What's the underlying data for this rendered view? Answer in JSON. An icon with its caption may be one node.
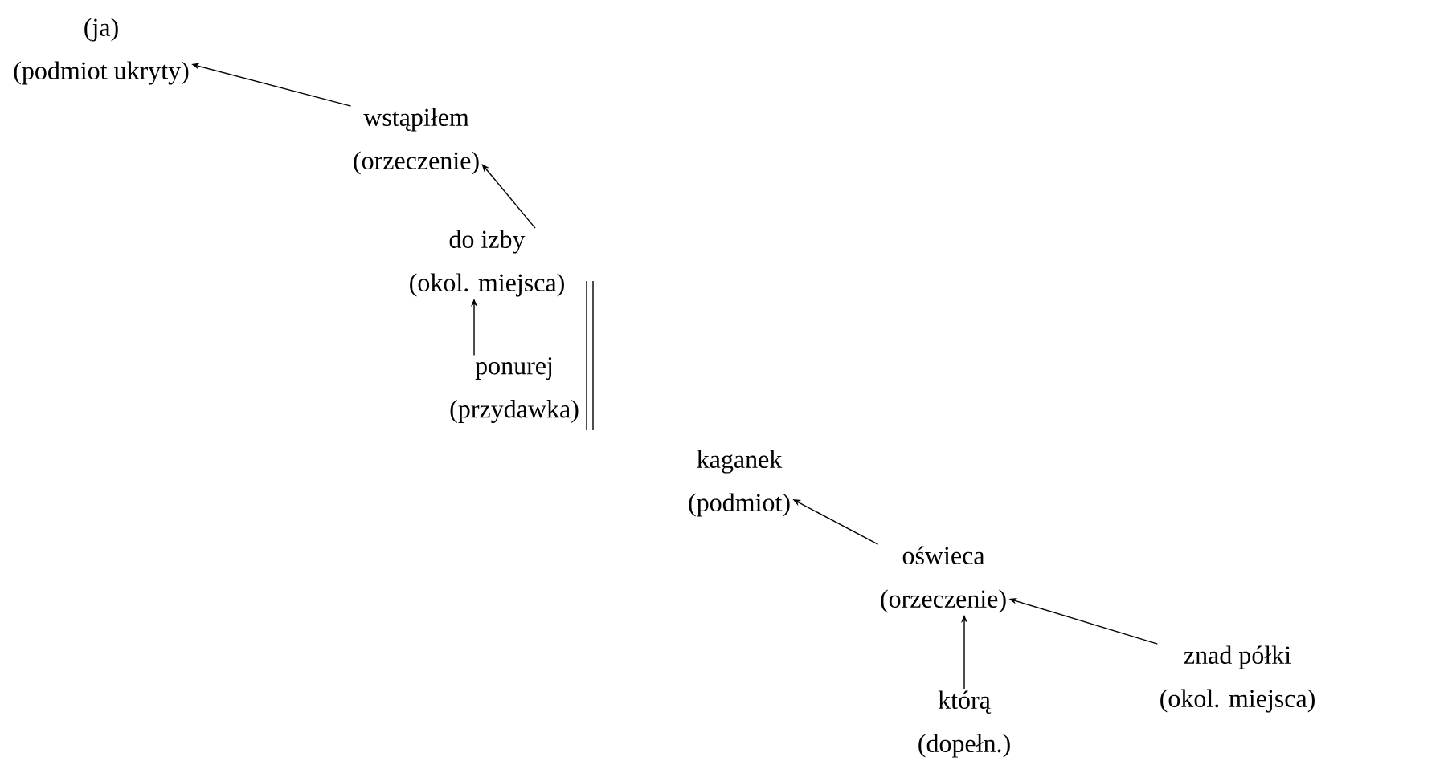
{
  "diagram": {
    "nodes": [
      {
        "text": [
          "(ja)",
          "(podmiot ukryty)"
        ]
      },
      {
        "text": [
          "wstąpiłem",
          "(orzeczenie)"
        ]
      },
      {
        "text": [
          "do izby",
          "(okol. miejsca)"
        ]
      },
      {
        "text": [
          "ponurej",
          "(przydawka)"
        ]
      },
      {
        "text": [
          "kaganek",
          "(podmiot)"
        ]
      },
      {
        "text": [
          "oświeca",
          "(orzeczenie)"
        ]
      },
      {
        "text": [
          "znad półki",
          "(okol. miejsca)"
        ]
      },
      {
        "text": [
          "którą",
          "(dopełn.)"
        ]
      }
    ],
    "edges": [
      {
        "from": 1,
        "to": 0,
        "arrow": "to"
      },
      {
        "from": 2,
        "to": 1,
        "arrow": "to"
      },
      {
        "from": 3,
        "to": 2,
        "arrow": "to"
      },
      {
        "from": 5,
        "to": 4,
        "arrow": "to"
      },
      {
        "from": 6,
        "to": 5,
        "arrow": "to"
      },
      {
        "from": 7,
        "to": 5,
        "arrow": "to"
      }
    ]
  }
}
